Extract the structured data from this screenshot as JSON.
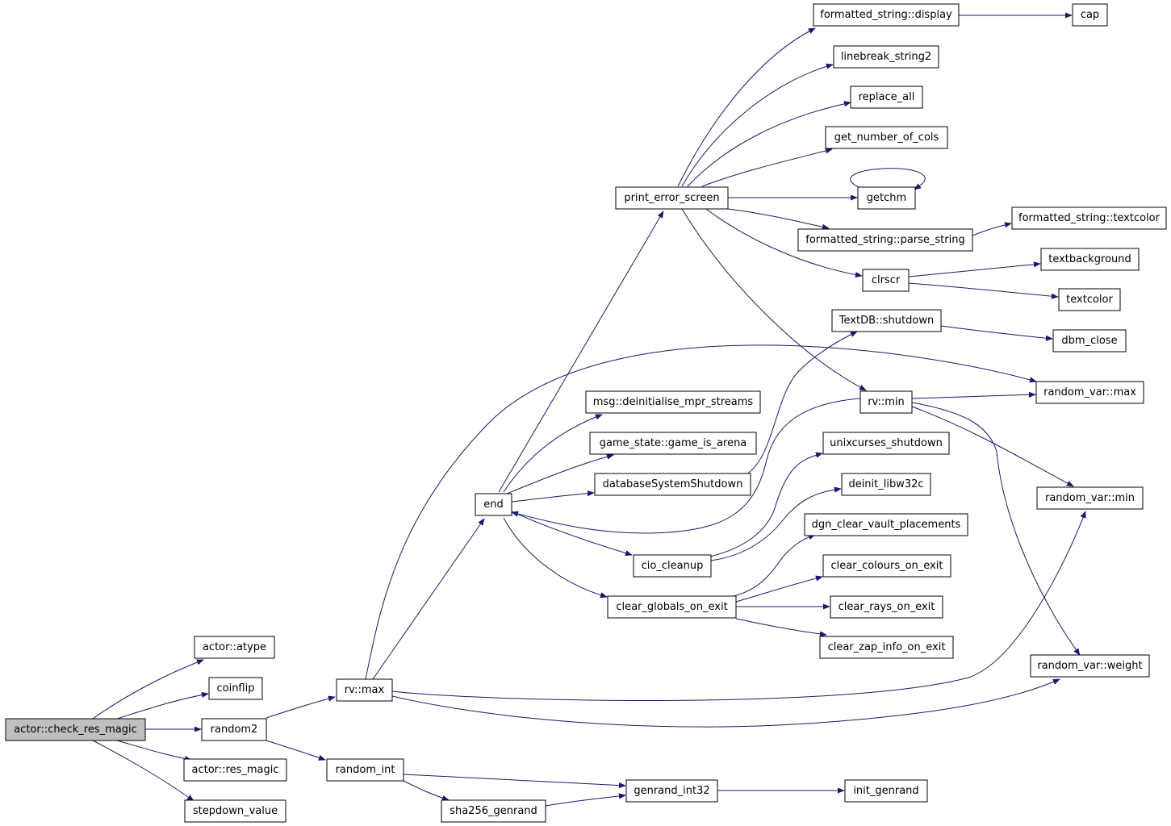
{
  "colors": {
    "edge": "#191970",
    "node_border": "#000000",
    "root_fill": "#bfbfbf",
    "node_fill": "#ffffff"
  },
  "nodes": [
    {
      "id": "check_res_magic",
      "label": "actor::check_res_magic",
      "root": true
    },
    {
      "id": "atype",
      "label": "actor::atype"
    },
    {
      "id": "coinflip",
      "label": "coinflip"
    },
    {
      "id": "random2",
      "label": "random2"
    },
    {
      "id": "res_magic",
      "label": "actor::res_magic"
    },
    {
      "id": "stepdown_value",
      "label": "stepdown_value"
    },
    {
      "id": "rv_max",
      "label": "rv::max"
    },
    {
      "id": "random_int",
      "label": "random_int"
    },
    {
      "id": "sha256_genrand",
      "label": "sha256_genrand"
    },
    {
      "id": "genrand_int32",
      "label": "genrand_int32"
    },
    {
      "id": "init_genrand",
      "label": "init_genrand"
    },
    {
      "id": "end",
      "label": "end"
    },
    {
      "id": "print_error_screen",
      "label": "print_error_screen"
    },
    {
      "id": "msg_deinit",
      "label": "msg::deinitialise_mpr_streams"
    },
    {
      "id": "game_is_arena",
      "label": "game_state::game_is_arena"
    },
    {
      "id": "db_shutdown",
      "label": "databaseSystemShutdown"
    },
    {
      "id": "cio_cleanup",
      "label": "cio_cleanup"
    },
    {
      "id": "clear_globals",
      "label": "clear_globals_on_exit"
    },
    {
      "id": "fs_display",
      "label": "formatted_string::display"
    },
    {
      "id": "cap",
      "label": "cap"
    },
    {
      "id": "linebreak",
      "label": "linebreak_string2"
    },
    {
      "id": "replace_all",
      "label": "replace_all"
    },
    {
      "id": "get_cols",
      "label": "get_number_of_cols"
    },
    {
      "id": "getchm",
      "label": "getchm"
    },
    {
      "id": "fs_parse",
      "label": "formatted_string::parse_string"
    },
    {
      "id": "fs_textcolor",
      "label": "formatted_string::textcolor"
    },
    {
      "id": "clrscr",
      "label": "clrscr"
    },
    {
      "id": "textbackground",
      "label": "textbackground"
    },
    {
      "id": "textcolor",
      "label": "textcolor"
    },
    {
      "id": "textdb_shutdown",
      "label": "TextDB::shutdown"
    },
    {
      "id": "dbm_close",
      "label": "dbm_close"
    },
    {
      "id": "rv_min",
      "label": "rv::min"
    },
    {
      "id": "random_var_max",
      "label": "random_var::max"
    },
    {
      "id": "random_var_min",
      "label": "random_var::min"
    },
    {
      "id": "random_var_weight",
      "label": "random_var::weight"
    },
    {
      "id": "unixcurses_shutdown",
      "label": "unixcurses_shutdown"
    },
    {
      "id": "deinit_libw32c",
      "label": "deinit_libw32c"
    },
    {
      "id": "dgn_clear",
      "label": "dgn_clear_vault_placements"
    },
    {
      "id": "clear_colours",
      "label": "clear_colours_on_exit"
    },
    {
      "id": "clear_rays",
      "label": "clear_rays_on_exit"
    },
    {
      "id": "clear_zap",
      "label": "clear_zap_info_on_exit"
    }
  ]
}
